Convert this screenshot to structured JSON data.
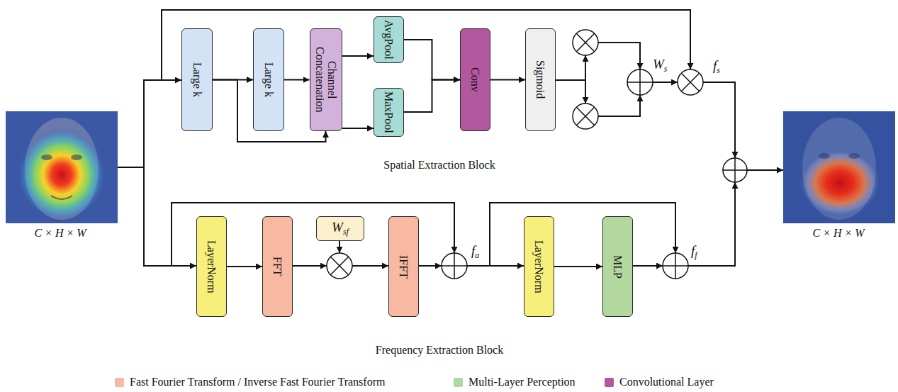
{
  "diagram": {
    "nodes": [
      {
        "text": [
          "Spatial Extraction Block"
        ]
      },
      {
        "text": [
          "Large k"
        ],
        "in": 0
      },
      {
        "text": [
          "Large k"
        ],
        "in": 0
      },
      {
        "text": [
          "Channel Concatenation"
        ],
        "in": 0
      },
      {
        "text": [
          "AvgPool"
        ],
        "in": 0
      },
      {
        "text": [
          "MaxPool"
        ],
        "in": 0
      },
      {
        "text": [
          "Conv"
        ],
        "in": 0
      },
      {
        "text": [
          "Sigmoid"
        ],
        "in": 0
      },
      {
        "text": [
          "Frequency Extraction Block"
        ]
      },
      {
        "text": [
          "LayerNorm"
        ],
        "in": 8
      },
      {
        "text": [
          "FFT"
        ],
        "in": 8
      },
      {
        "text": [
          "Wsf"
        ],
        "in": 8
      },
      {
        "text": [
          "IFFT"
        ],
        "in": 8
      },
      {
        "text": [
          "LayerNorm"
        ],
        "in": 8
      },
      {
        "text": [
          "MLP"
        ],
        "in": 8
      }
    ],
    "edges": [
      {
        "from": 1,
        "to": 2,
        "arrow": "to"
      },
      {
        "from": 1,
        "to": 3,
        "arrow": "to"
      },
      {
        "from": 2,
        "to": 3,
        "arrow": "to"
      },
      {
        "from": 3,
        "to": 4,
        "arrow": "to"
      },
      {
        "from": 3,
        "to": 5,
        "arrow": "to"
      },
      {
        "from": 4,
        "to": 6,
        "arrow": "to"
      },
      {
        "from": 5,
        "to": 6,
        "arrow": "to"
      },
      {
        "from": 6,
        "to": 7,
        "arrow": "to"
      },
      {
        "from": 9,
        "to": 10,
        "arrow": "to"
      },
      {
        "from": 13,
        "to": 14,
        "arrow": "to"
      }
    ],
    "labels": [
      "C × H × W",
      "Ws",
      "fs",
      "fa",
      "ff",
      "C × H × W"
    ],
    "legend": [
      {
        "text": "Fast Fourier Transform / Inverse Fast Fourier Transform",
        "color": "#f7b9a2"
      },
      {
        "text": "Multi-Layer Perception",
        "color": "#b2d8a0"
      },
      {
        "text": "Convolutional Layer",
        "color": "#b3579f"
      }
    ]
  }
}
